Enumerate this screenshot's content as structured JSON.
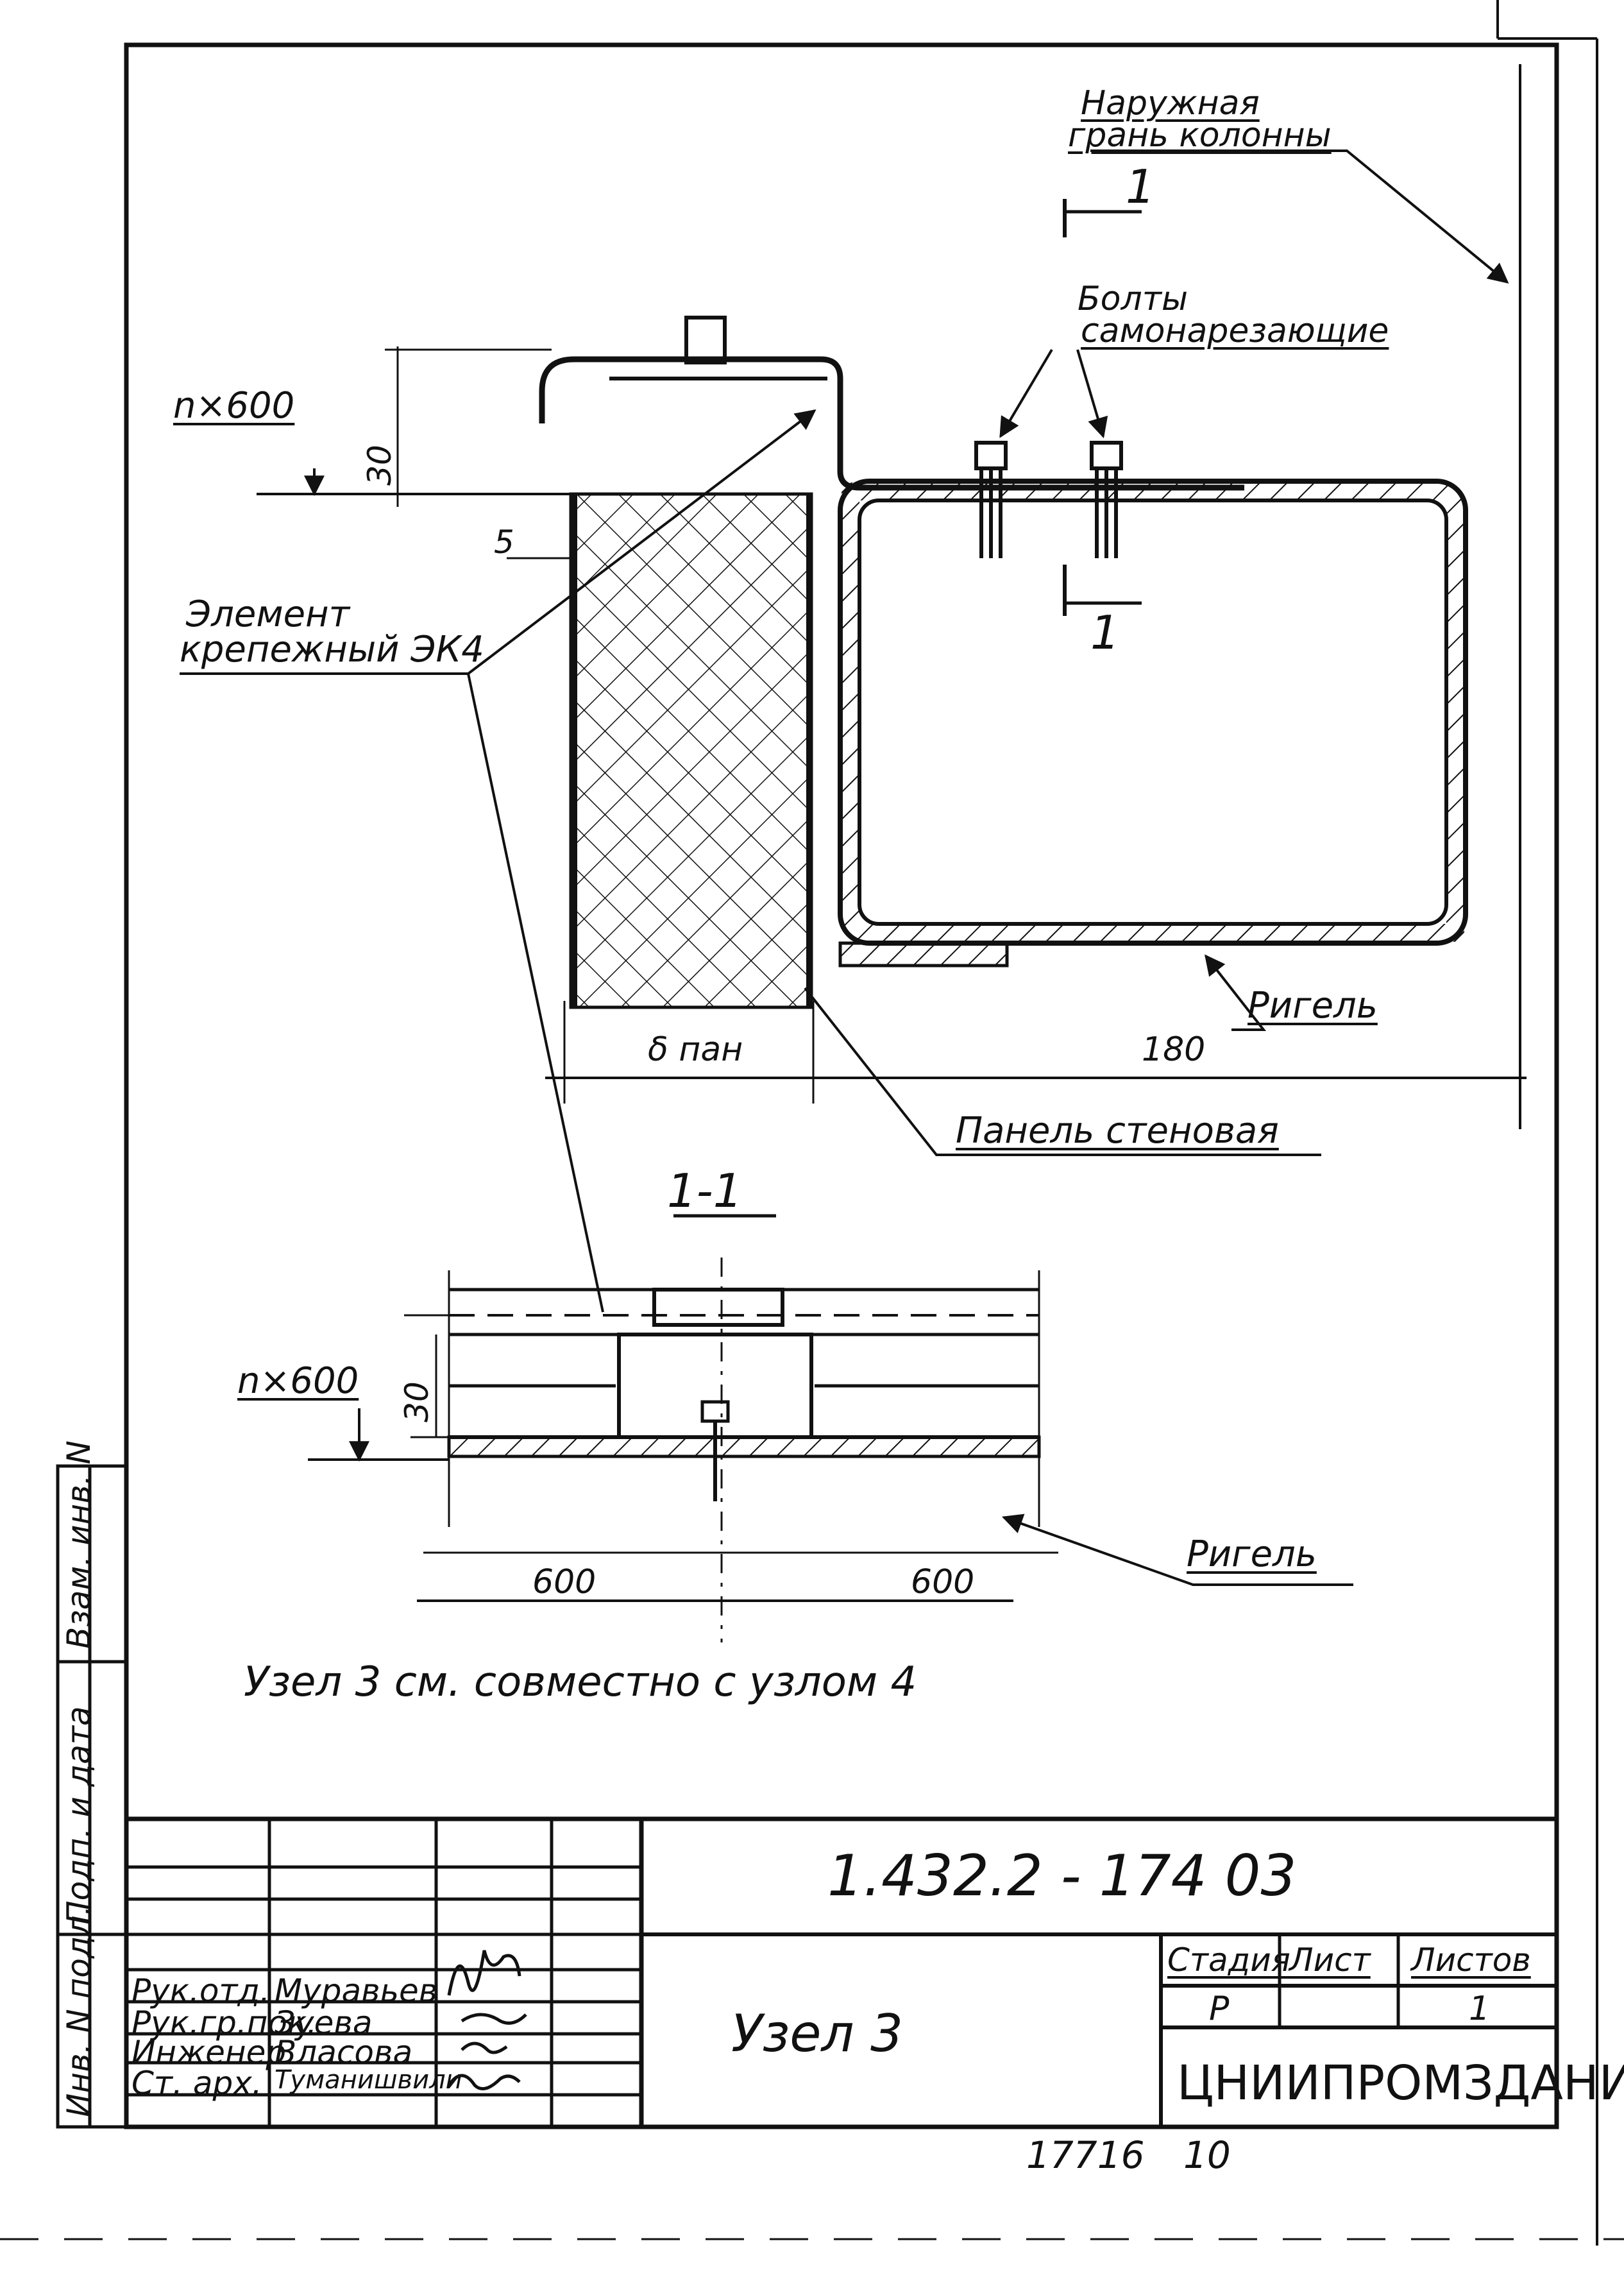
{
  "annotations": {
    "outer_face": [
      "Наружная",
      "грань колонны"
    ],
    "bolts": [
      "Болты",
      "самонарезающие"
    ],
    "fastener": [
      "Элемент",
      "крепежный ЭК4"
    ],
    "section_mark": "1",
    "level_top": "n×600",
    "level_section": "n×600",
    "dim_30_top": "30",
    "dim_5": "5",
    "dim_panel": "δ пан",
    "dim_180": "180",
    "girder_top": "Ригель",
    "wall_panel": "Панель стеновая",
    "section_title": "1-1",
    "dim_30_section": "30",
    "dim_600_left": "600",
    "dim_600_right": "600",
    "girder_section": "Ригель",
    "note": "Узел 3   см. совместно с узлом 4"
  },
  "side_stamp": [
    "Инв. N подл.",
    "Подп. и дата",
    "Взам. инв. N"
  ],
  "title_block": {
    "doc_number": "1.432.2 - 174 03",
    "title": "Узел 3",
    "stage_header": "Стадия",
    "sheet_header": "Лист",
    "sheets_header": "Листов",
    "stage": "Р",
    "sheet": "",
    "sheets": "1",
    "org": "ЦНИИПРОМЗДАНИЙ",
    "roles": [
      {
        "role": "Рук.отд.",
        "name": "Муравьев"
      },
      {
        "role": "Рук.гр.пок.",
        "name": "Зуева"
      },
      {
        "role": "Инженер",
        "name": "Власова"
      },
      {
        "role": "Ст. арх.",
        "name": "Туманишвили"
      }
    ]
  },
  "footer": {
    "code": "17716",
    "page": "10"
  }
}
